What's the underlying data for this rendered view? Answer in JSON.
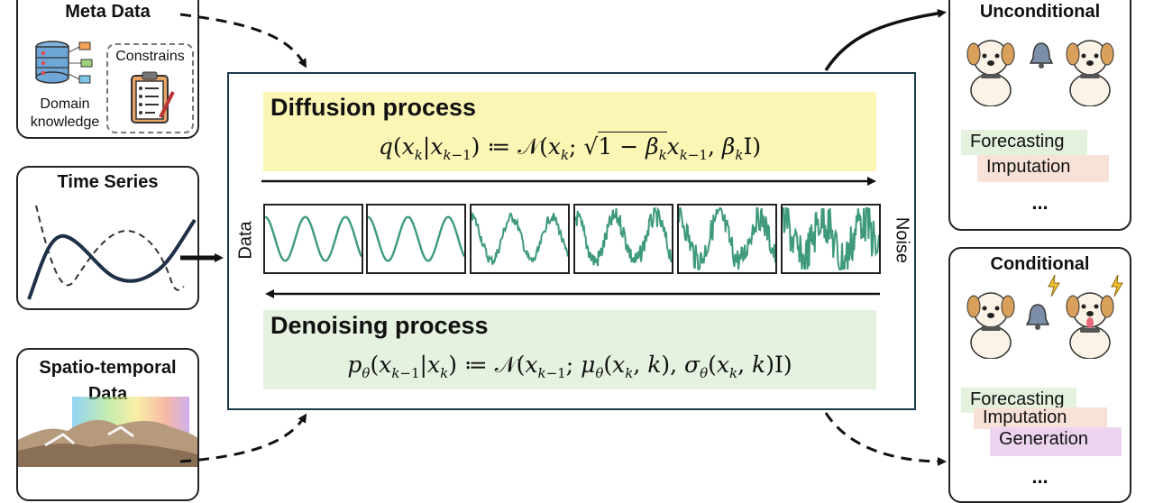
{
  "meta_data": {
    "title": "Meta Data",
    "domain_knowledge_label": "Domain knowledge",
    "constrains_label": "Constrains"
  },
  "time_series": {
    "title": "Time Series"
  },
  "spatio_temporal": {
    "title": "Spatio-temporal Data"
  },
  "diffusion": {
    "title": "Diffusion process"
  },
  "denoising": {
    "title": "Denoising process"
  },
  "axis": {
    "left_label": "Data",
    "right_label": "Noise"
  },
  "unconditional": {
    "title": "Unconditional",
    "tasks": [
      "Forecasting",
      "Imputation"
    ],
    "more": "..."
  },
  "conditional": {
    "title": "Conditional",
    "tasks": [
      "Forecasting",
      "Imputation",
      "Generation"
    ],
    "more": "..."
  },
  "colors": {
    "wave": "#3f9a7c",
    "diffusion_band": "#fbf6b4",
    "denoising_band": "#e5f2df",
    "forecast_tag": "#e3f1dd",
    "imputation_tag": "#f8e2d8",
    "generation_tag": "#ecd4ef"
  },
  "icons": [
    "database-icon",
    "clipboard-icon",
    "dog-icon",
    "bell-icon",
    "lightning-icon",
    "terrain-icon"
  ]
}
